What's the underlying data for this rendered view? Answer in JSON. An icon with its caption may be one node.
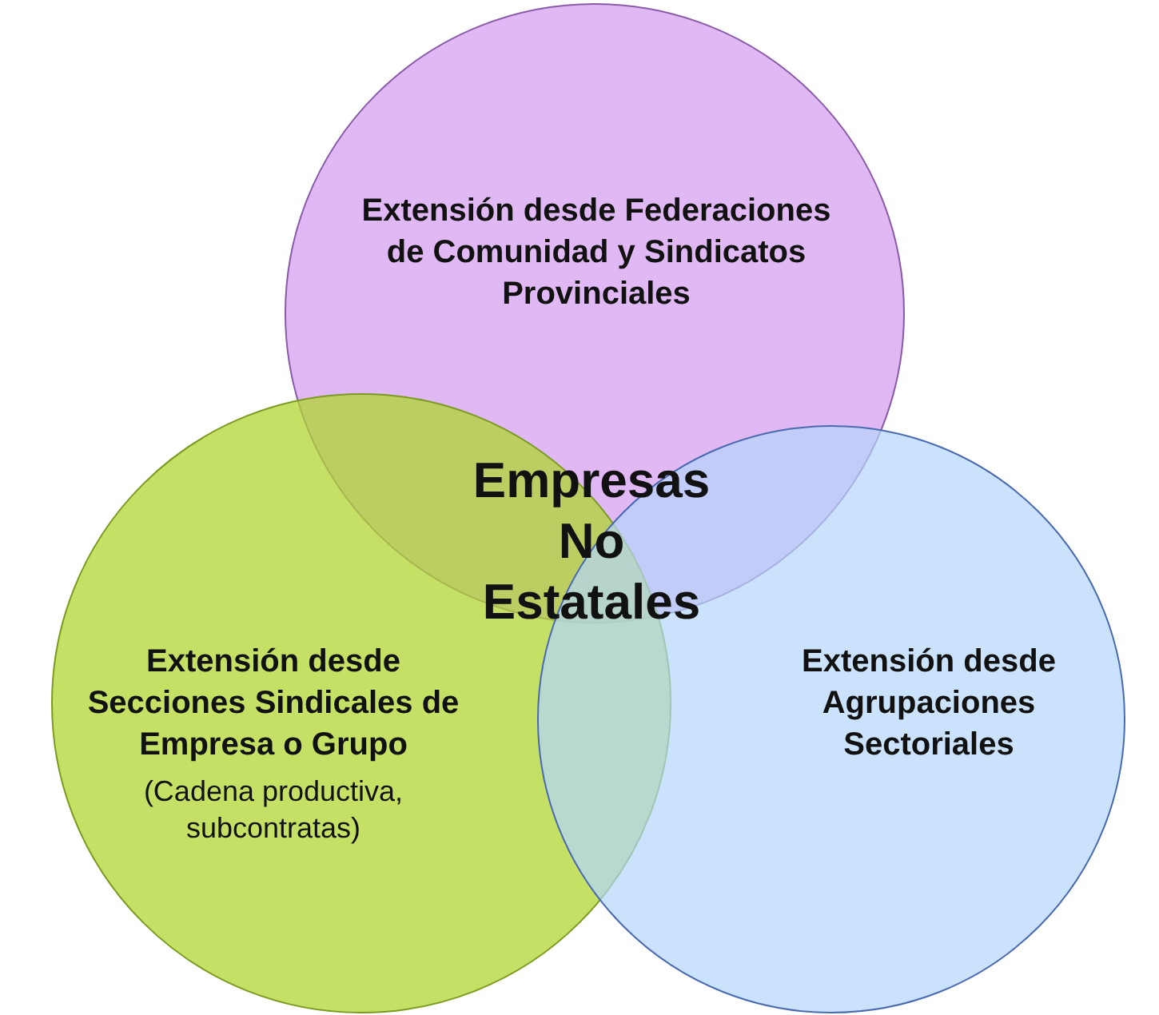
{
  "diagram": {
    "nodes": [
      {
        "text": [
          "Extensión desde Federaciones de Comunidad y Sindicatos Provinciales"
        ]
      },
      {
        "text": [
          "Extensión desde Secciones Sindicales de Empresa o Grupo",
          "(Cadena productiva, subcontratas)"
        ]
      },
      {
        "text": [
          "Extensión desde Agrupaciones Sectoriales"
        ]
      }
    ],
    "edges": [],
    "labels": [
      "Empresas No Estatales"
    ]
  }
}
